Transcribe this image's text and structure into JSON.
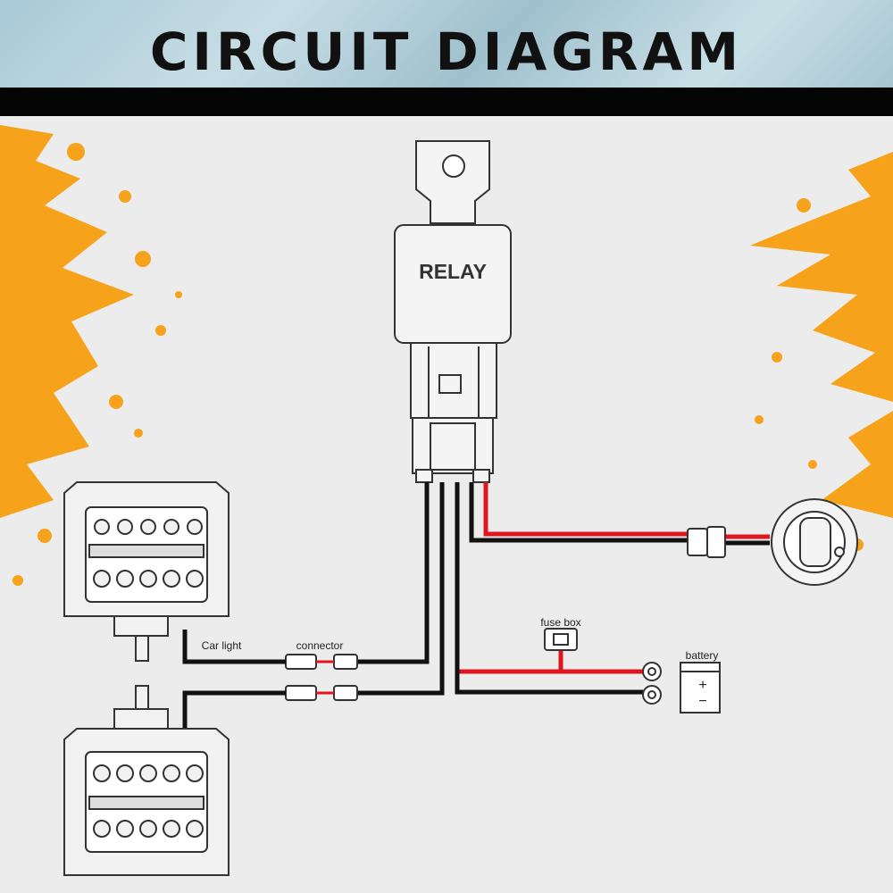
{
  "header": {
    "title": "CIRCUIT DIAGRAM"
  },
  "labels": {
    "relay": "RELAY",
    "car_light": "Car light",
    "connector": "connector",
    "fuse_box": "fuse box",
    "battery": "battery",
    "plus": "+",
    "minus": "−"
  },
  "colors": {
    "splash": "#f7a21b",
    "wire_red": "#e0161e",
    "wire_black": "#111111",
    "header_bar": "#050505"
  }
}
